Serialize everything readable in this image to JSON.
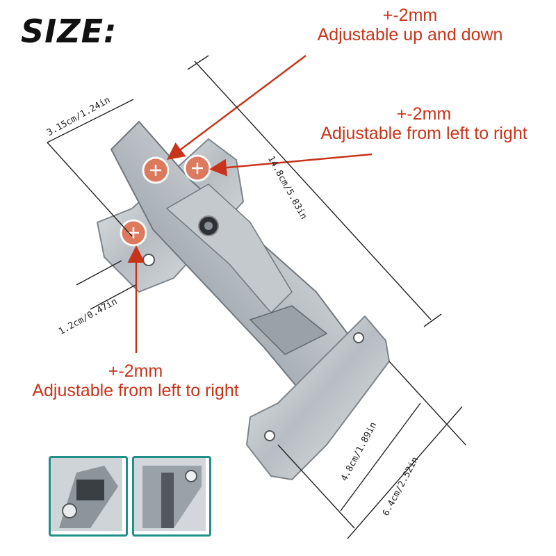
{
  "title": "SIZE:",
  "callouts": {
    "up_down": {
      "value": "+-2mm",
      "text": "Adjustable up and down"
    },
    "lr_top": {
      "value": "+-2mm",
      "text": "Adjustable from left to right"
    },
    "lr_bottom": {
      "value": "+-2mm",
      "text": "Adjustable from left to right"
    }
  },
  "dimensions": {
    "width": "3.15cm/1.24in",
    "length": "14.8cm/5.83in",
    "offset": "1.2cm/0.47in",
    "plate_hole_spacing": "4.8cm/1.89in",
    "plate_length": "6.4cm/2.52in"
  },
  "colors": {
    "annotation": "#c8341a",
    "thumbnail_border": "#1f8f8a",
    "metal": "#b9bfc4"
  }
}
